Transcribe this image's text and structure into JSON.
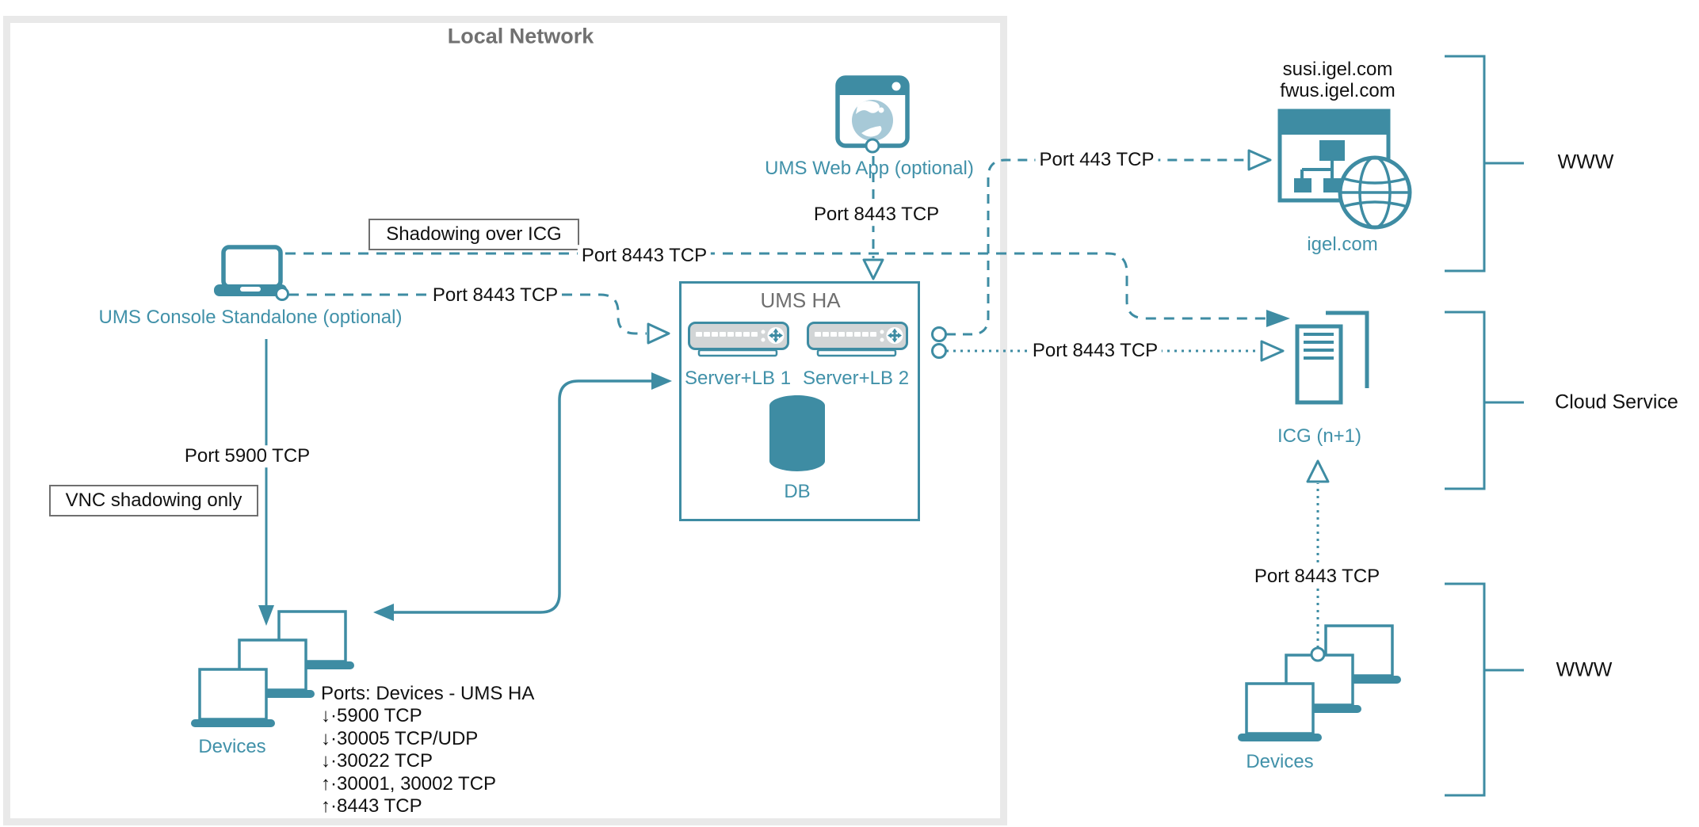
{
  "diagram_title": "Local Network",
  "colors": {
    "teal_line": "#3e8ca3",
    "teal_label": "#4191a9",
    "gray_title": "#6f6f6f",
    "outer_box_border": "#e9e9e9",
    "server_fill": "#d2d5d6",
    "globe_fill": "#a7c9d7"
  },
  "local_network": {
    "title": "Local Network"
  },
  "nodes": {
    "ums_console": {
      "label": "UMS Console Standalone (optional)"
    },
    "ums_web_app": {
      "label": "UMS Web App (optional)"
    },
    "ums_ha": {
      "title": "UMS HA",
      "server1_label": "Server+LB 1",
      "server2_label": "Server+LB 2",
      "db_label": "DB"
    },
    "igel_com": {
      "domain_line1": "susi.igel.com",
      "domain_line2": "fwus.igel.com",
      "label": "igel.com"
    },
    "icg": {
      "label": "ICG (n+1)"
    },
    "devices_left": {
      "label": "Devices"
    },
    "devices_right": {
      "label": "Devices"
    }
  },
  "edge_labels": {
    "shadowing_note": "Shadowing over ICG",
    "vnc_note": "VNC shadowing only",
    "port_8443_shadowing": "Port 8443 TCP",
    "port_8443_console_to_ha": "Port 8443 TCP",
    "port_5900": "Port 5900 TCP",
    "port_8443_webapp_to_ha": "Port 8443 TCP",
    "port_443_to_igel": "Port 443 TCP",
    "port_8443_ha_to_icg": "Port 8443 TCP",
    "port_8443_devices_to_icg": "Port 8443 TCP"
  },
  "ports_list": {
    "title": "Ports: Devices - UMS HA",
    "items": [
      "↓·5900 TCP",
      "↓·30005 TCP/UDP",
      "↓·30022 TCP",
      "↑·30001, 30002 TCP",
      "↑·8443 TCP"
    ]
  },
  "groups": {
    "www_top": "WWW",
    "cloud_service": "Cloud Service",
    "www_bottom": "WWW"
  },
  "icons": [
    "laptop-icon",
    "server-lb-icon",
    "database-icon",
    "browser-globe-icon",
    "igel-website-icon",
    "icg-server-stack-icon",
    "devices-group-icon"
  ]
}
